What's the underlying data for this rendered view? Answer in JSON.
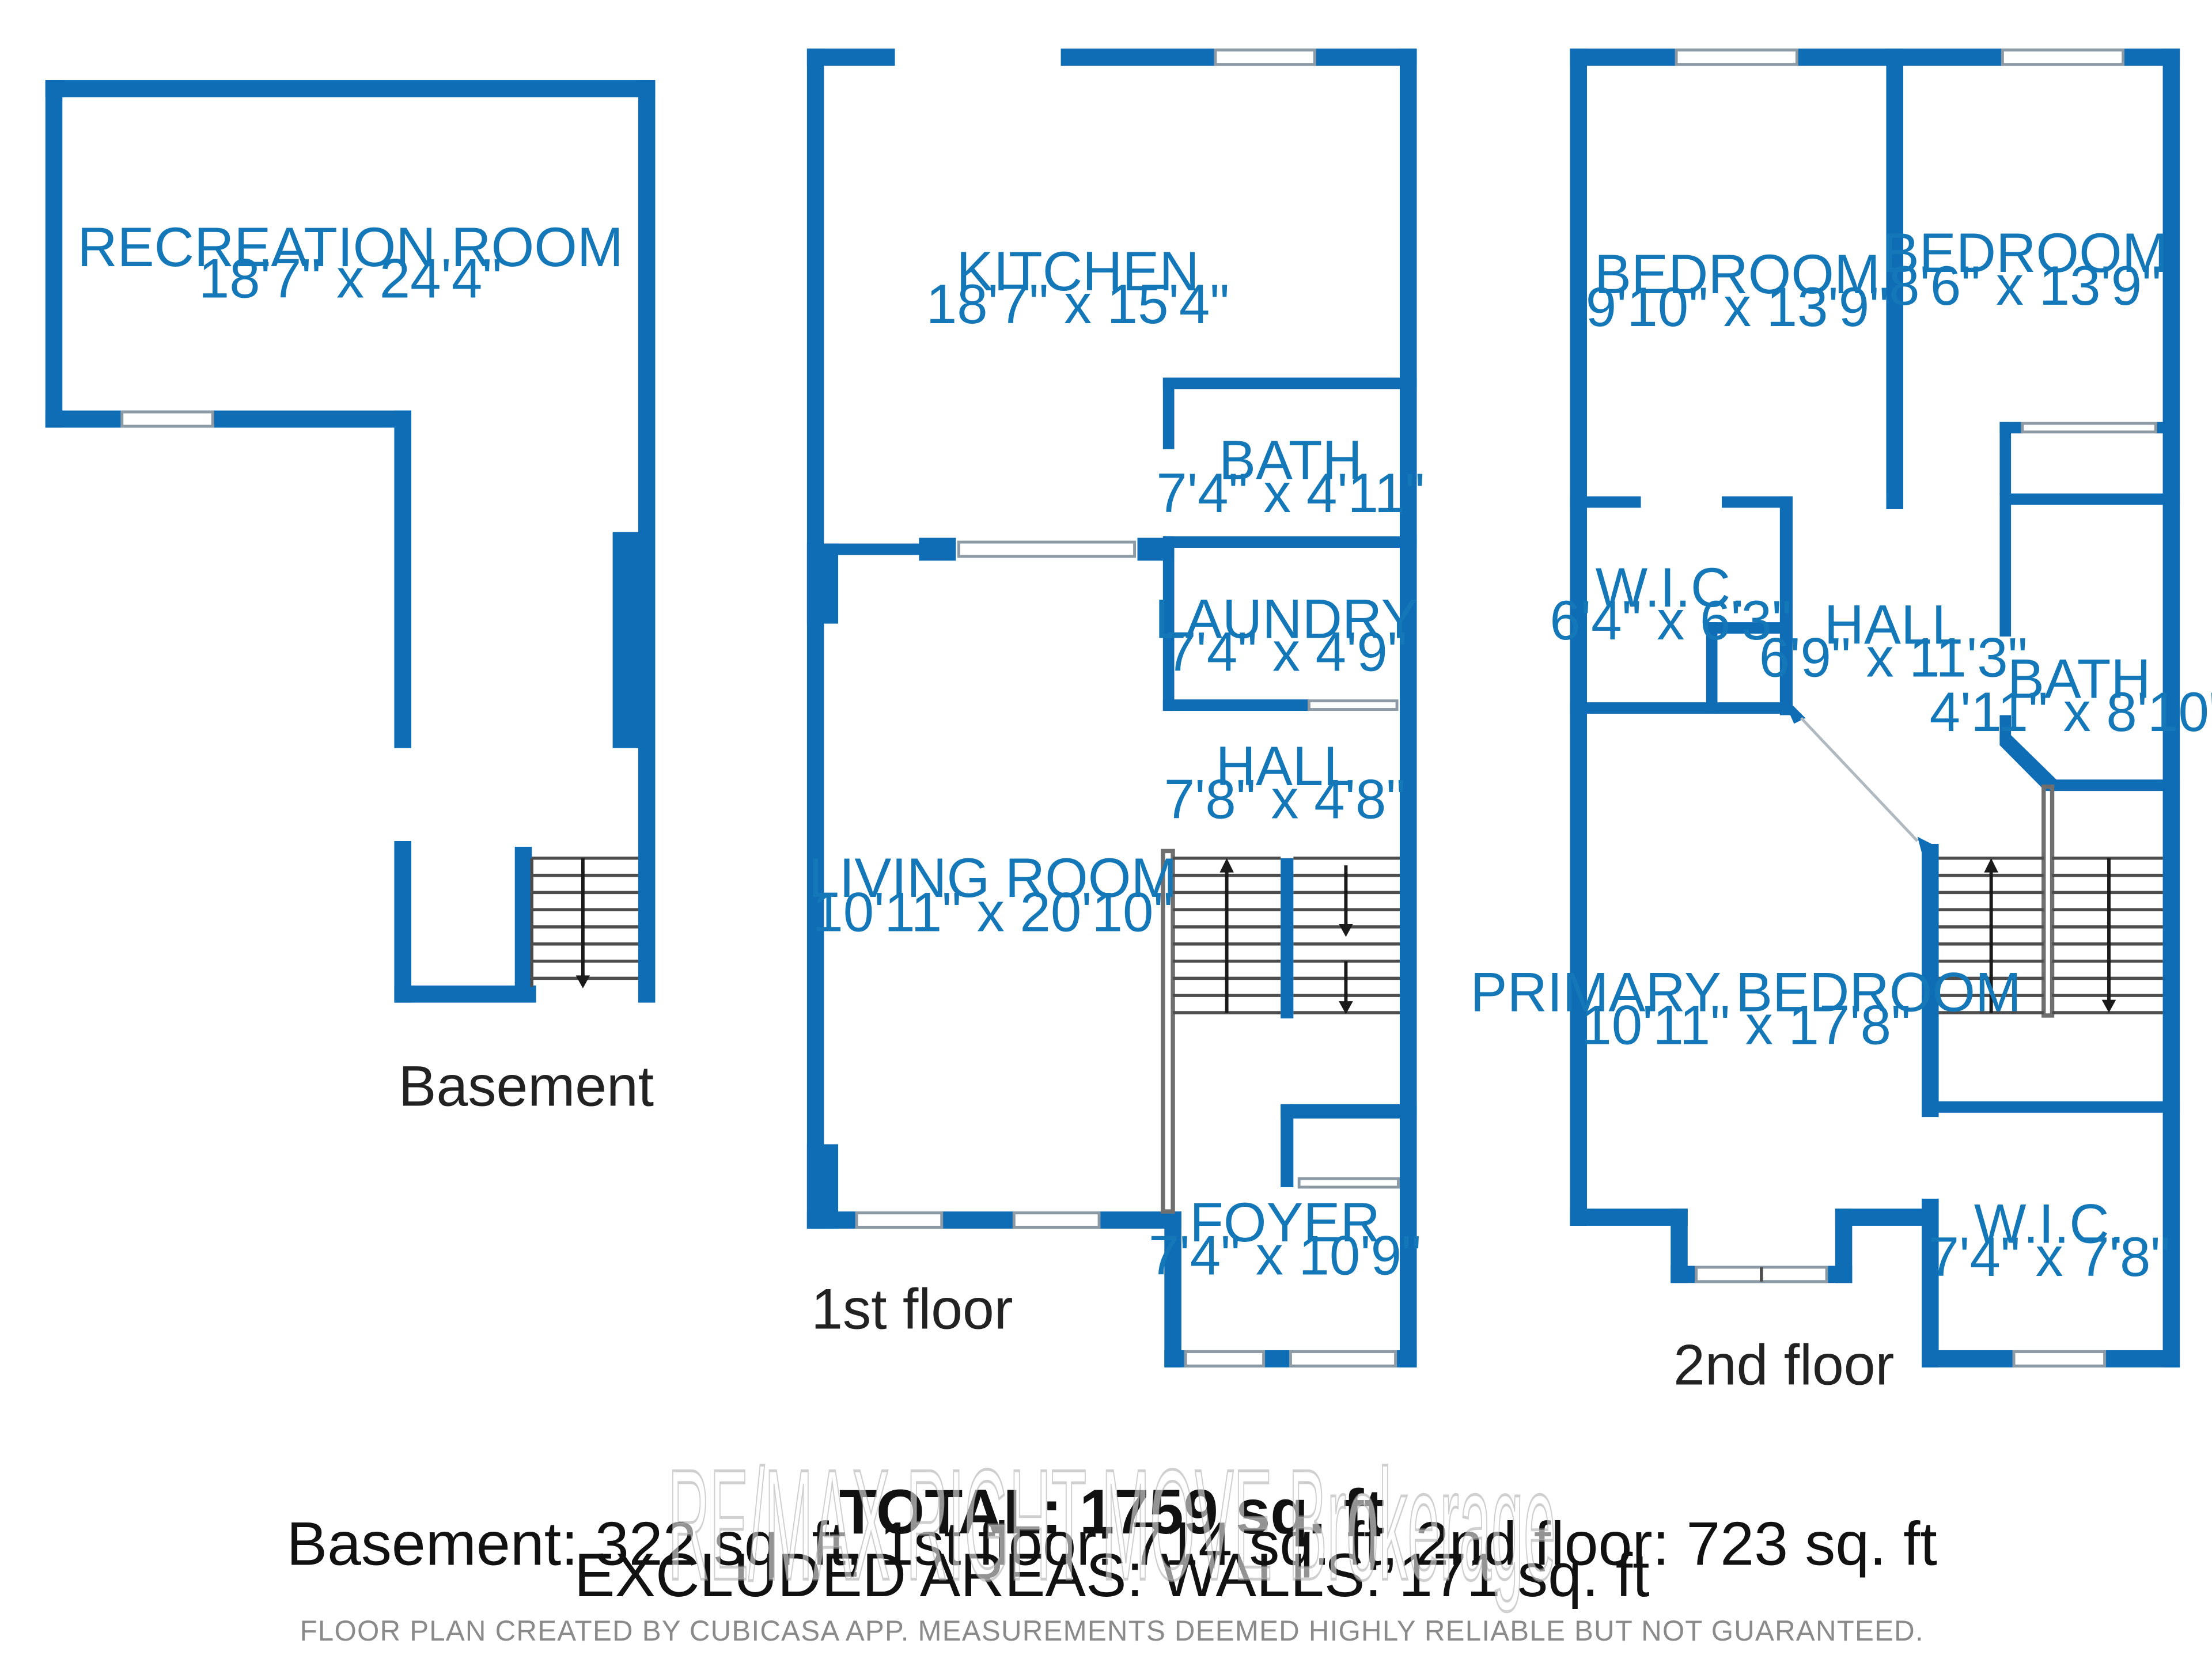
{
  "floors": {
    "basement": {
      "label": "Basement",
      "rooms": [
        {
          "name": "RECREATION ROOM",
          "dims": "18'7\" x 24'4\""
        }
      ]
    },
    "first": {
      "label": "1st floor",
      "rooms": [
        {
          "name": "KITCHEN",
          "dims": "18'7\" x 15'4\""
        },
        {
          "name": "BATH",
          "dims": "7'4\" x 4'11\""
        },
        {
          "name": "LAUNDRY",
          "dims": "7'4\" x 4'9\""
        },
        {
          "name": "HALL",
          "dims": "7'8\" x 4'8\""
        },
        {
          "name": "LIVING ROOM",
          "dims": "10'11\" x 20'10\""
        },
        {
          "name": "FOYER",
          "dims": "7'4\" x 10'9\""
        }
      ]
    },
    "second": {
      "label": "2nd floor",
      "rooms": [
        {
          "name": "BEDROOM",
          "dims": "9'10\" x 13'9\""
        },
        {
          "name": "BEDROOM",
          "dims": "8'6\" x 13'9\""
        },
        {
          "name": "W.I.C.",
          "dims": "6'4\" x 6'3\""
        },
        {
          "name": "HALL",
          "dims": "6'9\" x 11'3\""
        },
        {
          "name": "BATH",
          "dims": "4'11\" x 8'10\""
        },
        {
          "name": "PRIMARY BEDROOM",
          "dims": "10'11\" x 17'8\""
        },
        {
          "name": "W.I.C.",
          "dims": "7'4\" x 7'8\""
        }
      ]
    }
  },
  "summary": {
    "total": "TOTAL: 1759 sq. ft",
    "breakdown": "Basement: 322 sq. ft, 1st floor: 714 sq. ft, 2nd floor: 723 sq. ft",
    "excluded": "EXCLUDED AREAS: WALLS: 171 sq. ft",
    "footnote": "FLOOR PLAN CREATED BY CUBICASA APP. MEASUREMENTS DEEMED HIGHLY RELIABLE BUT NOT GUARANTEED."
  },
  "watermark": "RE/MAX RIGHT MOVE Brokerage",
  "colors": {
    "wall": "#0f6db6",
    "room_text": "#1377b8",
    "background": "#ffffff"
  }
}
